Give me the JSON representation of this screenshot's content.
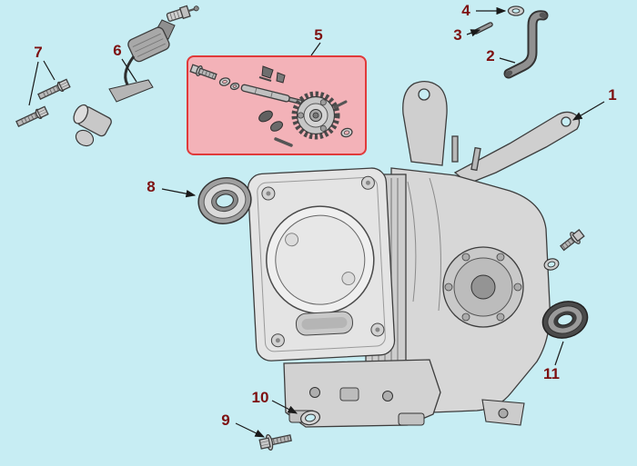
{
  "diagram": {
    "type": "exploded-parts-diagram",
    "subject": "small engine crankcase assembly",
    "background_color": "#c7edf3",
    "callout_color": "#7d1010",
    "highlight_box": {
      "part_number": "5",
      "fill": "#f3b2b8",
      "border": "#e03a3a"
    },
    "callouts": [
      {
        "label": "1",
        "part": "crankcase-engine-block"
      },
      {
        "label": "2",
        "part": "crank-handle-pipe"
      },
      {
        "label": "3",
        "part": "pin"
      },
      {
        "label": "4",
        "part": "washer"
      },
      {
        "label": "5",
        "part": "camshaft-assembly-highlighted"
      },
      {
        "label": "6",
        "part": "ignition-coil-assembly"
      },
      {
        "label": "7",
        "part": "mounting-bolts"
      },
      {
        "label": "8",
        "part": "ball-bearing"
      },
      {
        "label": "9",
        "part": "flange-bolt"
      },
      {
        "label": "10",
        "part": "sealing-washer"
      },
      {
        "label": "11",
        "part": "oil-seal"
      }
    ]
  }
}
